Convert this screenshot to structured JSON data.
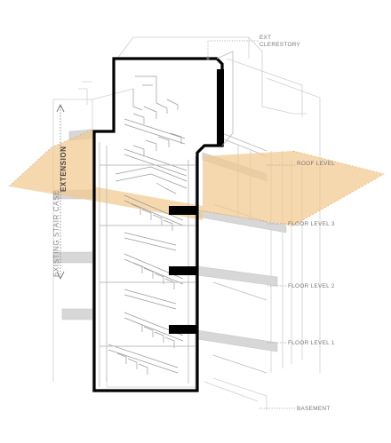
{
  "labels": {
    "clerestory": [
      "EXT",
      "CLERESTORY"
    ],
    "roof_level": "ROOF LEVEL",
    "floor_level_3": "FLOOR LEVEL 3",
    "floor_level_2": "FLOOR LEVEL 2",
    "floor_level_1": "FLOOR LEVEL 1",
    "basement": "BASEMENT"
  },
  "side_labels": {
    "existing": "EXISTING STAIR CASE",
    "extension": "EXTENSION"
  },
  "colors": {
    "extension_band": "#f3c98f",
    "section_cut": "#000000",
    "ghost_lines": "#cfcfcf",
    "slabs": "#d7d7d7"
  }
}
